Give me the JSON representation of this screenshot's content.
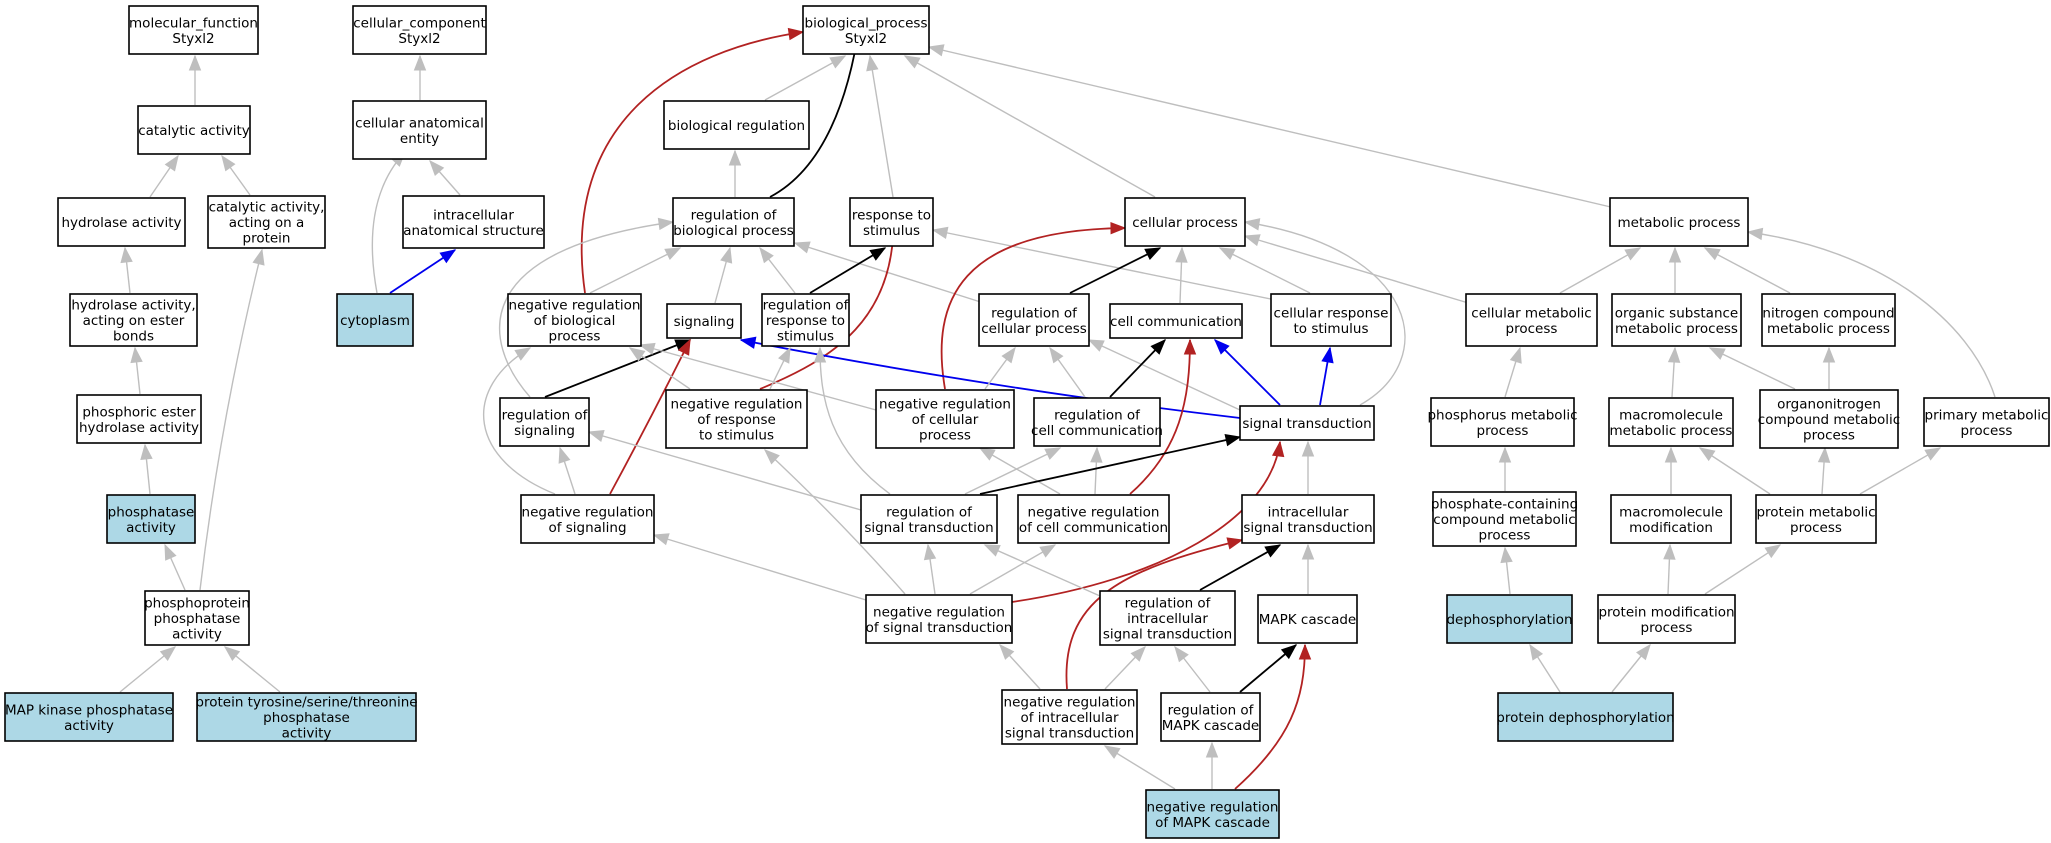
{
  "colors": {
    "background": "#ffffff",
    "node_fill": "#ffffff",
    "highlight_fill": "#add8e6",
    "node_border": "#000000",
    "edge_is_a": "#bebebe",
    "edge_regulates": "#000000",
    "edge_negatively_regulates": "#b22222",
    "edge_part_of": "#0000ee"
  },
  "nodes": [
    {
      "id": "mf",
      "label": "molecular_function\nStyxl2",
      "highlight": false
    },
    {
      "id": "cc",
      "label": "cellular_component\nStyxl2",
      "highlight": false
    },
    {
      "id": "bp",
      "label": "biological_process\nStyxl2",
      "highlight": false
    },
    {
      "id": "cat",
      "label": "catalytic activity",
      "highlight": false
    },
    {
      "id": "cae",
      "label": "cellular anatomical\nentity",
      "highlight": false
    },
    {
      "id": "breg",
      "label": "biological regulation",
      "highlight": false
    },
    {
      "id": "hyd",
      "label": "hydrolase activity",
      "highlight": false
    },
    {
      "id": "catp",
      "label": "catalytic activity,\nacting on a\nprotein",
      "highlight": false
    },
    {
      "id": "ias",
      "label": "intracellular\nanatomical structure",
      "highlight": false
    },
    {
      "id": "rbp",
      "label": "regulation of\nbiological process",
      "highlight": false
    },
    {
      "id": "rts",
      "label": "response to\nstimulus",
      "highlight": false
    },
    {
      "id": "cp",
      "label": "cellular process",
      "highlight": false
    },
    {
      "id": "mp",
      "label": "metabolic process",
      "highlight": false
    },
    {
      "id": "hae",
      "label": "hydrolase activity,\nacting on ester\nbonds",
      "highlight": false
    },
    {
      "id": "cyto",
      "label": "cytoplasm",
      "highlight": true
    },
    {
      "id": "nrbp",
      "label": "negative regulation\nof biological\nprocess",
      "highlight": false
    },
    {
      "id": "sig",
      "label": "signaling",
      "highlight": false
    },
    {
      "id": "rrs",
      "label": "regulation of\nresponse to\nstimulus",
      "highlight": false
    },
    {
      "id": "rcp",
      "label": "regulation of\ncellular process",
      "highlight": false
    },
    {
      "id": "ccom",
      "label": "cell communication",
      "highlight": false
    },
    {
      "id": "crs",
      "label": "cellular response\nto stimulus",
      "highlight": false
    },
    {
      "id": "cmp",
      "label": "cellular metabolic\nprocess",
      "highlight": false
    },
    {
      "id": "osmp",
      "label": "organic substance\nmetabolic process",
      "highlight": false
    },
    {
      "id": "ncmp",
      "label": "nitrogen compound\nmetabolic process",
      "highlight": false
    },
    {
      "id": "pehy",
      "label": "phosphoric ester\nhydrolase activity",
      "highlight": false
    },
    {
      "id": "rsig",
      "label": "regulation of\nsignaling",
      "highlight": false
    },
    {
      "id": "nrrs",
      "label": "negative regulation\nof response\nto stimulus",
      "highlight": false
    },
    {
      "id": "nrcp",
      "label": "negative regulation\nof cellular\nprocess",
      "highlight": false
    },
    {
      "id": "rcc",
      "label": "regulation of\ncell communication",
      "highlight": false
    },
    {
      "id": "st",
      "label": "signal transduction",
      "highlight": false
    },
    {
      "id": "phmp",
      "label": "phosphorus metabolic\nprocess",
      "highlight": false
    },
    {
      "id": "mmp",
      "label": "macromolecule\nmetabolic process",
      "highlight": false
    },
    {
      "id": "ocmp",
      "label": "organonitrogen\ncompound metabolic\nprocess",
      "highlight": false
    },
    {
      "id": "pmp",
      "label": "primary metabolic\nprocess",
      "highlight": false
    },
    {
      "id": "phos",
      "label": "phosphatase\nactivity",
      "highlight": true
    },
    {
      "id": "nrsig",
      "label": "negative regulation\nof signaling",
      "highlight": false
    },
    {
      "id": "rst",
      "label": "regulation of\nsignal transduction",
      "highlight": false
    },
    {
      "id": "nrcc",
      "label": "negative regulation\nof cell communication",
      "highlight": false
    },
    {
      "id": "ist",
      "label": "intracellular\nsignal transduction",
      "highlight": false
    },
    {
      "id": "pccmp",
      "label": "phosphate-containing\ncompound metabolic\nprocess",
      "highlight": false
    },
    {
      "id": "mmod",
      "label": "macromolecule\nmodification",
      "highlight": false
    },
    {
      "id": "prmp",
      "label": "protein metabolic\nprocess",
      "highlight": false
    },
    {
      "id": "ppa",
      "label": "phosphoprotein\nphosphatase\nactivity",
      "highlight": false
    },
    {
      "id": "nrst",
      "label": "negative regulation\nof signal transduction",
      "highlight": false
    },
    {
      "id": "rist",
      "label": "regulation of\nintracellular\nsignal transduction",
      "highlight": false
    },
    {
      "id": "mapk",
      "label": "MAPK cascade",
      "highlight": false
    },
    {
      "id": "dephos",
      "label": "dephosphorylation",
      "highlight": true
    },
    {
      "id": "pmod",
      "label": "protein modification\nprocess",
      "highlight": false
    },
    {
      "id": "mkp",
      "label": "MAP kinase phosphatase\nactivity",
      "highlight": true
    },
    {
      "id": "ptp",
      "label": "protein tyrosine/serine/threonine\nphosphatase\nactivity",
      "highlight": true
    },
    {
      "id": "nrist",
      "label": "negative regulation\nof intracellular\nsignal transduction",
      "highlight": false
    },
    {
      "id": "rmapk",
      "label": "regulation of\nMAPK cascade",
      "highlight": false
    },
    {
      "id": "pdephos",
      "label": "protein dephosphorylation",
      "highlight": true
    },
    {
      "id": "nrmapk",
      "label": "negative regulation\nof MAPK cascade",
      "highlight": true
    }
  ],
  "edges": [
    {
      "from": "cat",
      "to": "mf",
      "type": "is_a"
    },
    {
      "from": "hyd",
      "to": "cat",
      "type": "is_a"
    },
    {
      "from": "catp",
      "to": "cat",
      "type": "is_a"
    },
    {
      "from": "hae",
      "to": "hyd",
      "type": "is_a"
    },
    {
      "from": "pehy",
      "to": "hae",
      "type": "is_a"
    },
    {
      "from": "phos",
      "to": "pehy",
      "type": "is_a"
    },
    {
      "from": "ppa",
      "to": "phos",
      "type": "is_a"
    },
    {
      "from": "ppa",
      "to": "catp",
      "type": "is_a"
    },
    {
      "from": "mkp",
      "to": "ppa",
      "type": "is_a"
    },
    {
      "from": "ptp",
      "to": "ppa",
      "type": "is_a"
    },
    {
      "from": "cae",
      "to": "cc",
      "type": "is_a"
    },
    {
      "from": "ias",
      "to": "cae",
      "type": "is_a"
    },
    {
      "from": "cyto",
      "to": "cae",
      "type": "is_a"
    },
    {
      "from": "cyto",
      "to": "ias",
      "type": "part_of"
    },
    {
      "from": "breg",
      "to": "bp",
      "type": "is_a"
    },
    {
      "from": "rbp",
      "to": "breg",
      "type": "is_a"
    },
    {
      "from": "rbp",
      "to": "bp",
      "type": "regulates"
    },
    {
      "from": "nrbp",
      "to": "bp",
      "type": "negatively_regulates"
    },
    {
      "from": "rts",
      "to": "bp",
      "type": "is_a"
    },
    {
      "from": "cp",
      "to": "bp",
      "type": "is_a"
    },
    {
      "from": "mp",
      "to": "bp",
      "type": "is_a"
    },
    {
      "from": "nrbp",
      "to": "rbp",
      "type": "is_a"
    },
    {
      "from": "sig",
      "to": "rbp",
      "type": "is_a"
    },
    {
      "from": "rrs",
      "to": "rbp",
      "type": "is_a"
    },
    {
      "from": "rcp",
      "to": "rbp",
      "type": "is_a"
    },
    {
      "from": "rsig",
      "to": "rbp",
      "type": "is_a"
    },
    {
      "from": "rrs",
      "to": "rts",
      "type": "regulates"
    },
    {
      "from": "nrrs",
      "to": "rts",
      "type": "negatively_regulates"
    },
    {
      "from": "crs",
      "to": "rts",
      "type": "is_a"
    },
    {
      "from": "rcp",
      "to": "cp",
      "type": "regulates"
    },
    {
      "from": "nrcp",
      "to": "cp",
      "type": "negatively_regulates"
    },
    {
      "from": "ccom",
      "to": "cp",
      "type": "is_a"
    },
    {
      "from": "crs",
      "to": "cp",
      "type": "is_a"
    },
    {
      "from": "cmp",
      "to": "cp",
      "type": "is_a"
    },
    {
      "from": "st",
      "to": "cp",
      "type": "is_a"
    },
    {
      "from": "cmp",
      "to": "mp",
      "type": "is_a"
    },
    {
      "from": "osmp",
      "to": "mp",
      "type": "is_a"
    },
    {
      "from": "ncmp",
      "to": "mp",
      "type": "is_a"
    },
    {
      "from": "pmp",
      "to": "mp",
      "type": "is_a"
    },
    {
      "from": "st",
      "to": "sig",
      "type": "part_of"
    },
    {
      "from": "rsig",
      "to": "sig",
      "type": "regulates"
    },
    {
      "from": "nrsig",
      "to": "sig",
      "type": "negatively_regulates"
    },
    {
      "from": "nrrs",
      "to": "nrbp",
      "type": "is_a"
    },
    {
      "from": "nrsig",
      "to": "nrbp",
      "type": "is_a"
    },
    {
      "from": "nrcp",
      "to": "nrbp",
      "type": "is_a"
    },
    {
      "from": "nrrs",
      "to": "rrs",
      "type": "is_a"
    },
    {
      "from": "rst",
      "to": "rrs",
      "type": "is_a"
    },
    {
      "from": "nrcp",
      "to": "rcp",
      "type": "is_a"
    },
    {
      "from": "rcc",
      "to": "rcp",
      "type": "is_a"
    },
    {
      "from": "st",
      "to": "rcp",
      "type": "is_a"
    },
    {
      "from": "rcc",
      "to": "ccom",
      "type": "regulates"
    },
    {
      "from": "nrcc",
      "to": "ccom",
      "type": "negatively_regulates"
    },
    {
      "from": "st",
      "to": "ccom",
      "type": "part_of"
    },
    {
      "from": "st",
      "to": "crs",
      "type": "part_of"
    },
    {
      "from": "phmp",
      "to": "cmp",
      "type": "is_a"
    },
    {
      "from": "mmp",
      "to": "osmp",
      "type": "is_a"
    },
    {
      "from": "ocmp",
      "to": "osmp",
      "type": "is_a"
    },
    {
      "from": "ocmp",
      "to": "ncmp",
      "type": "is_a"
    },
    {
      "from": "nrsig",
      "to": "rsig",
      "type": "is_a"
    },
    {
      "from": "rst",
      "to": "rsig",
      "type": "is_a"
    },
    {
      "from": "nrst",
      "to": "nrrs",
      "type": "is_a"
    },
    {
      "from": "nrcc",
      "to": "nrcp",
      "type": "is_a"
    },
    {
      "from": "rst",
      "to": "rcc",
      "type": "is_a"
    },
    {
      "from": "nrcc",
      "to": "rcc",
      "type": "is_a"
    },
    {
      "from": "rst",
      "to": "st",
      "type": "regulates"
    },
    {
      "from": "nrst",
      "to": "st",
      "type": "negatively_regulates"
    },
    {
      "from": "ist",
      "to": "st",
      "type": "is_a"
    },
    {
      "from": "pccmp",
      "to": "phmp",
      "type": "is_a"
    },
    {
      "from": "mmod",
      "to": "mmp",
      "type": "is_a"
    },
    {
      "from": "prmp",
      "to": "mmp",
      "type": "is_a"
    },
    {
      "from": "prmp",
      "to": "ocmp",
      "type": "is_a"
    },
    {
      "from": "prmp",
      "to": "pmp",
      "type": "is_a"
    },
    {
      "from": "nrst",
      "to": "nrsig",
      "type": "is_a"
    },
    {
      "from": "nrst",
      "to": "rst",
      "type": "is_a"
    },
    {
      "from": "rist",
      "to": "rst",
      "type": "is_a"
    },
    {
      "from": "nrst",
      "to": "nrcc",
      "type": "is_a"
    },
    {
      "from": "rist",
      "to": "ist",
      "type": "regulates"
    },
    {
      "from": "nrist",
      "to": "ist",
      "type": "negatively_regulates"
    },
    {
      "from": "mapk",
      "to": "ist",
      "type": "is_a"
    },
    {
      "from": "dephos",
      "to": "pccmp",
      "type": "is_a"
    },
    {
      "from": "pmod",
      "to": "mmod",
      "type": "is_a"
    },
    {
      "from": "pmod",
      "to": "prmp",
      "type": "is_a"
    },
    {
      "from": "nrist",
      "to": "nrst",
      "type": "is_a"
    },
    {
      "from": "nrist",
      "to": "rist",
      "type": "is_a"
    },
    {
      "from": "rmapk",
      "to": "rist",
      "type": "is_a"
    },
    {
      "from": "rmapk",
      "to": "mapk",
      "type": "regulates"
    },
    {
      "from": "nrmapk",
      "to": "mapk",
      "type": "negatively_regulates"
    },
    {
      "from": "pdephos",
      "to": "dephos",
      "type": "is_a"
    },
    {
      "from": "pdephos",
      "to": "pmod",
      "type": "is_a"
    },
    {
      "from": "nrmapk",
      "to": "nrist",
      "type": "is_a"
    },
    {
      "from": "nrmapk",
      "to": "rmapk",
      "type": "is_a"
    }
  ]
}
